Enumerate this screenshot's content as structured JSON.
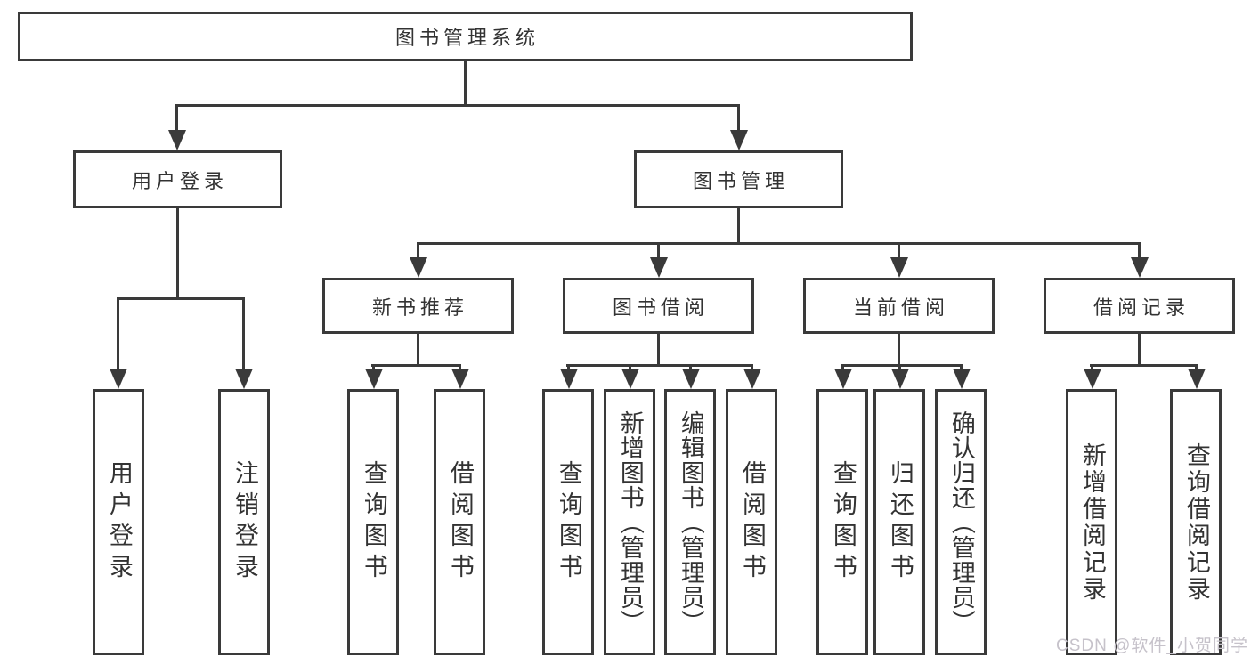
{
  "diagram": {
    "root": {
      "label": "图书管理系统"
    },
    "level2": [
      {
        "label": "用户登录"
      },
      {
        "label": "图书管理"
      }
    ],
    "level3": [
      {
        "label": "新书推荐",
        "parent": "图书管理"
      },
      {
        "label": "图书借阅",
        "parent": "图书管理"
      },
      {
        "label": "当前借阅",
        "parent": "图书管理"
      },
      {
        "label": "借阅记录",
        "parent": "图书管理"
      }
    ],
    "leaves": [
      {
        "label": "用户登录",
        "parent": "用户登录"
      },
      {
        "label": "注销登录",
        "parent": "用户登录"
      },
      {
        "label": "查询图书",
        "parent": "新书推荐"
      },
      {
        "label": "借阅图书",
        "parent": "新书推荐"
      },
      {
        "label": "查询图书",
        "parent": "图书借阅"
      },
      {
        "label": "新增图书（管理员）",
        "parent": "图书借阅"
      },
      {
        "label": "编辑图书（管理员）",
        "parent": "图书借阅"
      },
      {
        "label": "借阅图书",
        "parent": "图书借阅"
      },
      {
        "label": "查询图书",
        "parent": "当前借阅"
      },
      {
        "label": "归还图书",
        "parent": "当前借阅"
      },
      {
        "label": "确认归还（管理员）",
        "parent": "当前借阅"
      },
      {
        "label": "新增借阅记录",
        "parent": "借阅记录"
      },
      {
        "label": "查询借阅记录",
        "parent": "借阅记录"
      }
    ],
    "watermark": "CSDN @软件_小贺同学"
  },
  "colors": {
    "line": "#3a3a3a",
    "text": "#333333",
    "watermark": "#c6c2ca",
    "background": "#ffffff"
  }
}
